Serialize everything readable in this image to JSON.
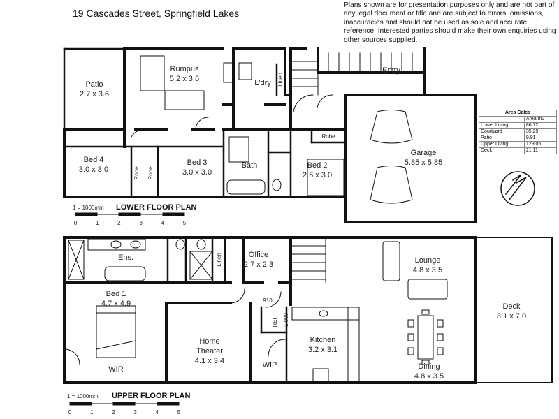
{
  "header": {
    "address": "19 Cascades Street, Springfield Lakes",
    "disclaimer": "Plans shown are for presentation purposes only and are not part of any legal document or title and are subject to errors, omissions, inaccuracies and should not be used as sole and accurate reference. Interested parties should make their own enquiries using other sources supplied."
  },
  "lower_floor": {
    "title": "LOWER FLOOR PLAN",
    "scale_label": "1 = 1000mm",
    "scale_ticks": [
      "0",
      "1",
      "2",
      "3",
      "4",
      "5"
    ],
    "rooms": {
      "patio": {
        "name": "Patio",
        "size": "2.7 x 3.6"
      },
      "rumpus": {
        "name": "Rumpus",
        "size": "5.2 x 3.6"
      },
      "laundry": {
        "name": "L'dry"
      },
      "linen": {
        "name": "Linen"
      },
      "entry": {
        "name": "Entry"
      },
      "bath": {
        "name": "Bath"
      },
      "bed4": {
        "name": "Bed 4",
        "size": "3.0 x 3.0"
      },
      "robe_a": {
        "name": "Robe"
      },
      "bed3": {
        "name": "Bed 3",
        "size": "3.0 x 3.0"
      },
      "robe_b": {
        "name": "Robe"
      },
      "bed2": {
        "name": "Bed 2",
        "size": "2.6 x 3.0"
      },
      "robe_c": {
        "name": "Robe"
      },
      "garage": {
        "name": "Garage",
        "size": "5.85 x 5.85"
      }
    }
  },
  "upper_floor": {
    "title": "UPPER FLOOR PLAN",
    "scale_label": "1 = 1000mm",
    "scale_ticks": [
      "0",
      "1",
      "2",
      "3",
      "4",
      "5"
    ],
    "rooms": {
      "ensuite": {
        "name": "Ens."
      },
      "linen": {
        "name": "Linen"
      },
      "office": {
        "name": "Office",
        "size": "2.7 x 2.3"
      },
      "lounge": {
        "name": "Lounge",
        "size": "4.8 x 3.5"
      },
      "bed1": {
        "name": "Bed 1",
        "size": "4.7 x 4.9"
      },
      "wir": {
        "name": "WIR"
      },
      "theater": {
        "name": "Home",
        "name2": "Theater",
        "size": "4.1 x 3.4"
      },
      "ref": {
        "name": "REF."
      },
      "kitchen": {
        "name": "Kitchen",
        "size": "3.2 x 3.1"
      },
      "wip": {
        "name": "WIP"
      },
      "dining": {
        "name": "Dining",
        "size": "4.8 x 3.5"
      },
      "deck": {
        "name": "Deck",
        "size": "3.1 x 7.0"
      }
    },
    "dims": {
      "w": "910",
      "h": "1,000"
    }
  },
  "area_calcs": {
    "title": "Area Calcs",
    "column_header": "Area m2",
    "rows": [
      {
        "label": "Lower Living",
        "value": "86.72"
      },
      {
        "label": "Courtyard",
        "value": "35.29"
      },
      {
        "label": "Patio",
        "value": "9.91"
      },
      {
        "label": "Upper Living",
        "value": "129.05"
      },
      {
        "label": "Deck",
        "value": "21.11"
      }
    ]
  }
}
